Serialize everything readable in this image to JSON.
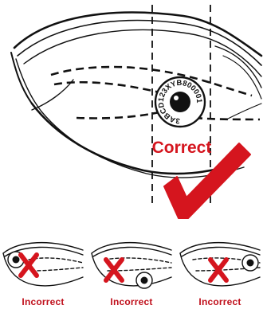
{
  "main_figure": {
    "tag_code": "3ABCD123XYB800001",
    "status_label": "Correct",
    "status_color": "#d5151e",
    "mark_icon": "checkmark-icon"
  },
  "examples": [
    {
      "label": "Incorrect",
      "mark_icon": "cross-icon"
    },
    {
      "label": "Incorrect",
      "mark_icon": "cross-icon"
    },
    {
      "label": "Incorrect",
      "mark_icon": "cross-icon"
    }
  ]
}
